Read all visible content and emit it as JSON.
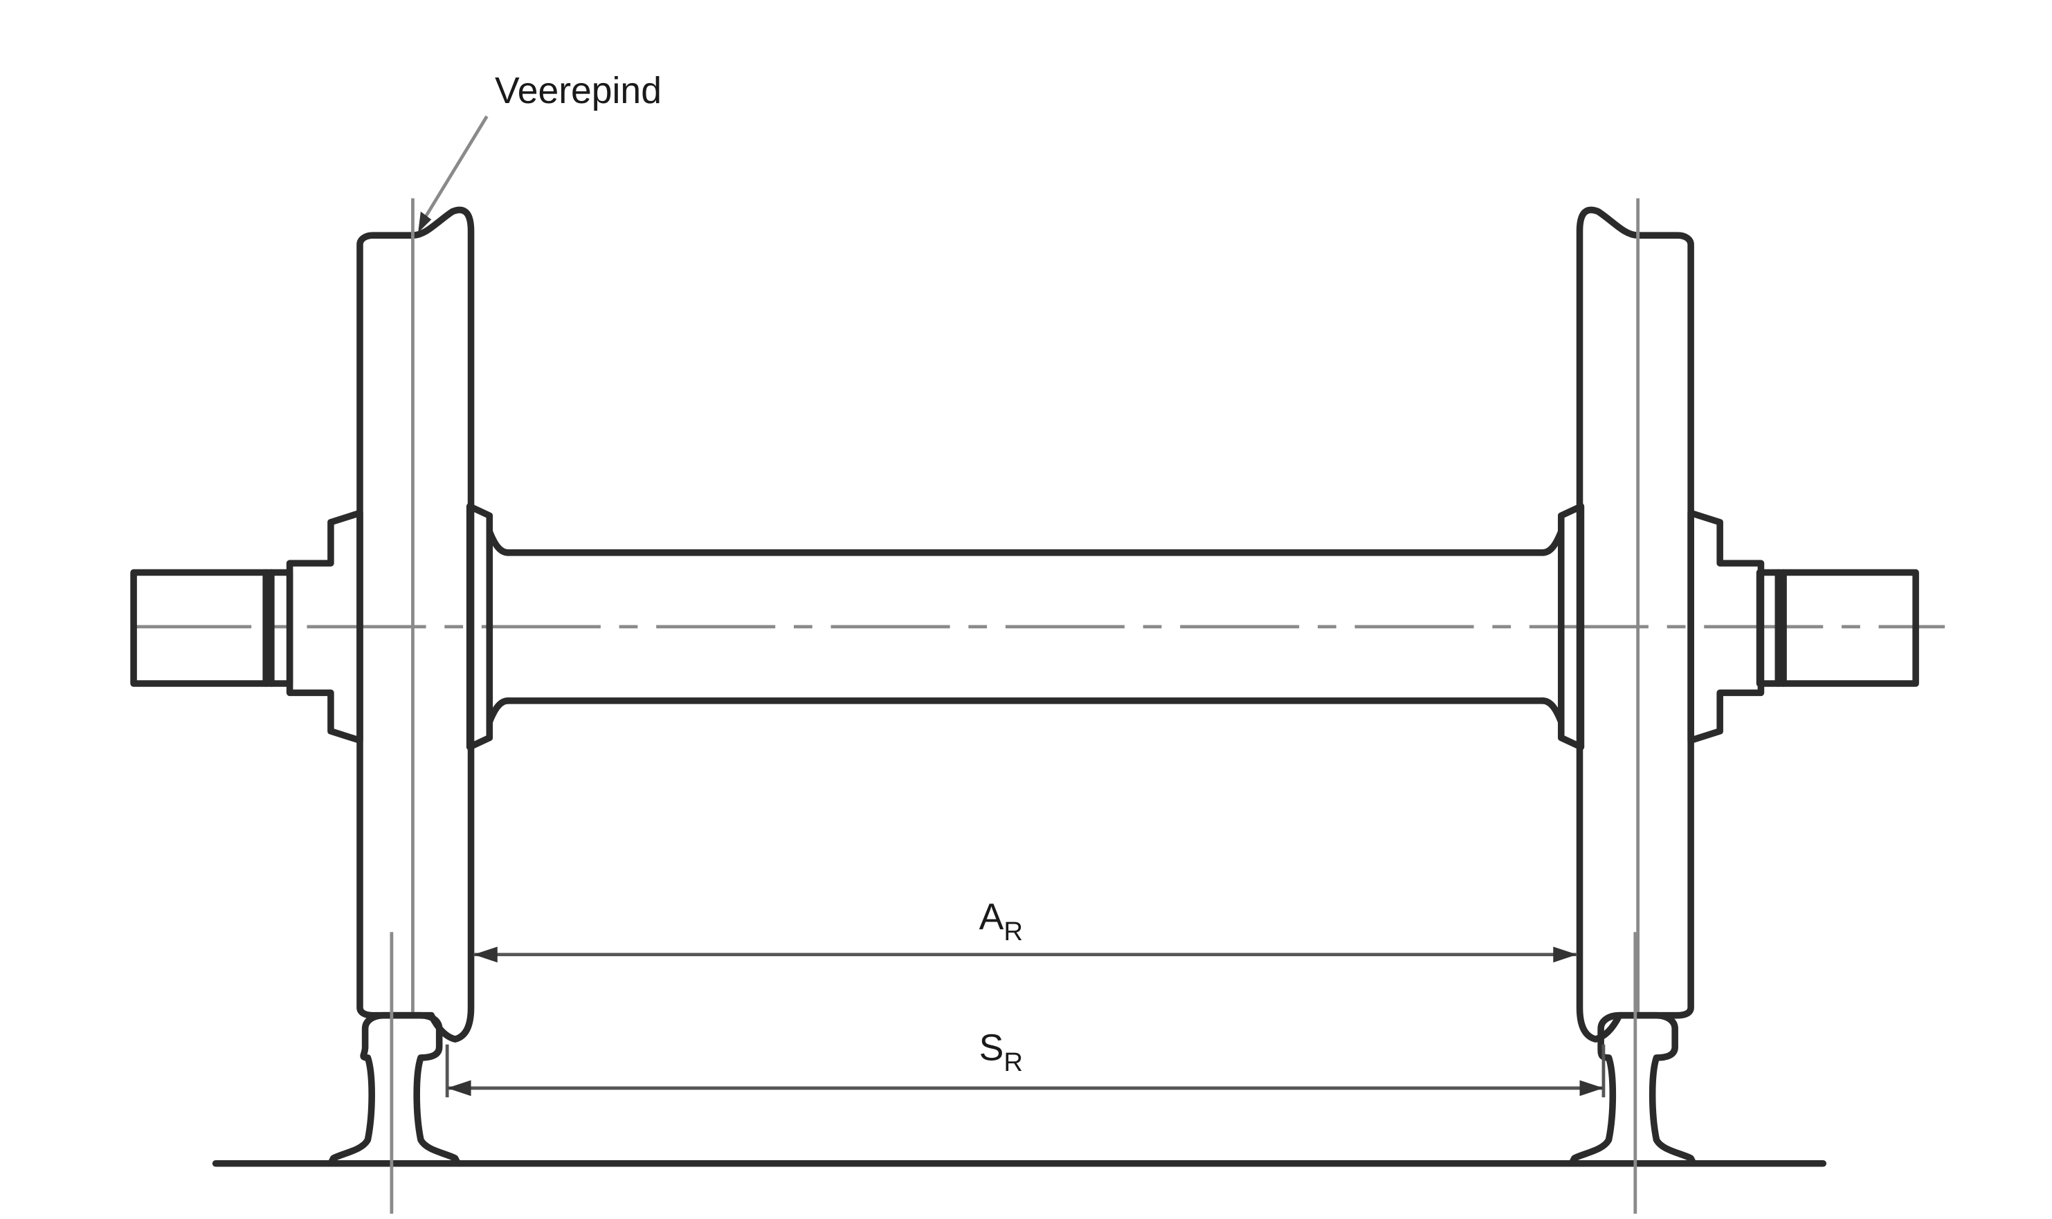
{
  "labels": {
    "flange_tip": "Veerepind",
    "back_to_back_main": "A",
    "back_to_back_sub": "R",
    "flange_distance_main": "S",
    "flange_distance_sub": "R"
  }
}
